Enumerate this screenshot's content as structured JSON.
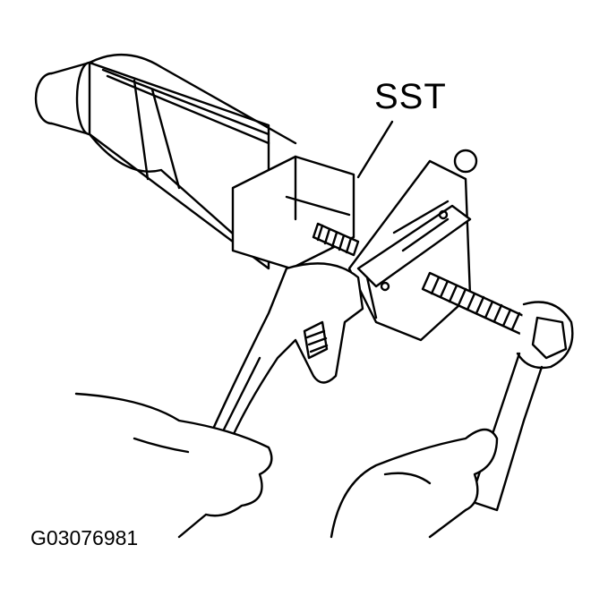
{
  "diagram": {
    "subject": "Special service tool puller assembly on cylindrical component, adjusted with adjustable wrench and box wrench",
    "callouts": [
      {
        "id": "sst",
        "label": "SST"
      }
    ],
    "figure_id": "G03076981"
  }
}
